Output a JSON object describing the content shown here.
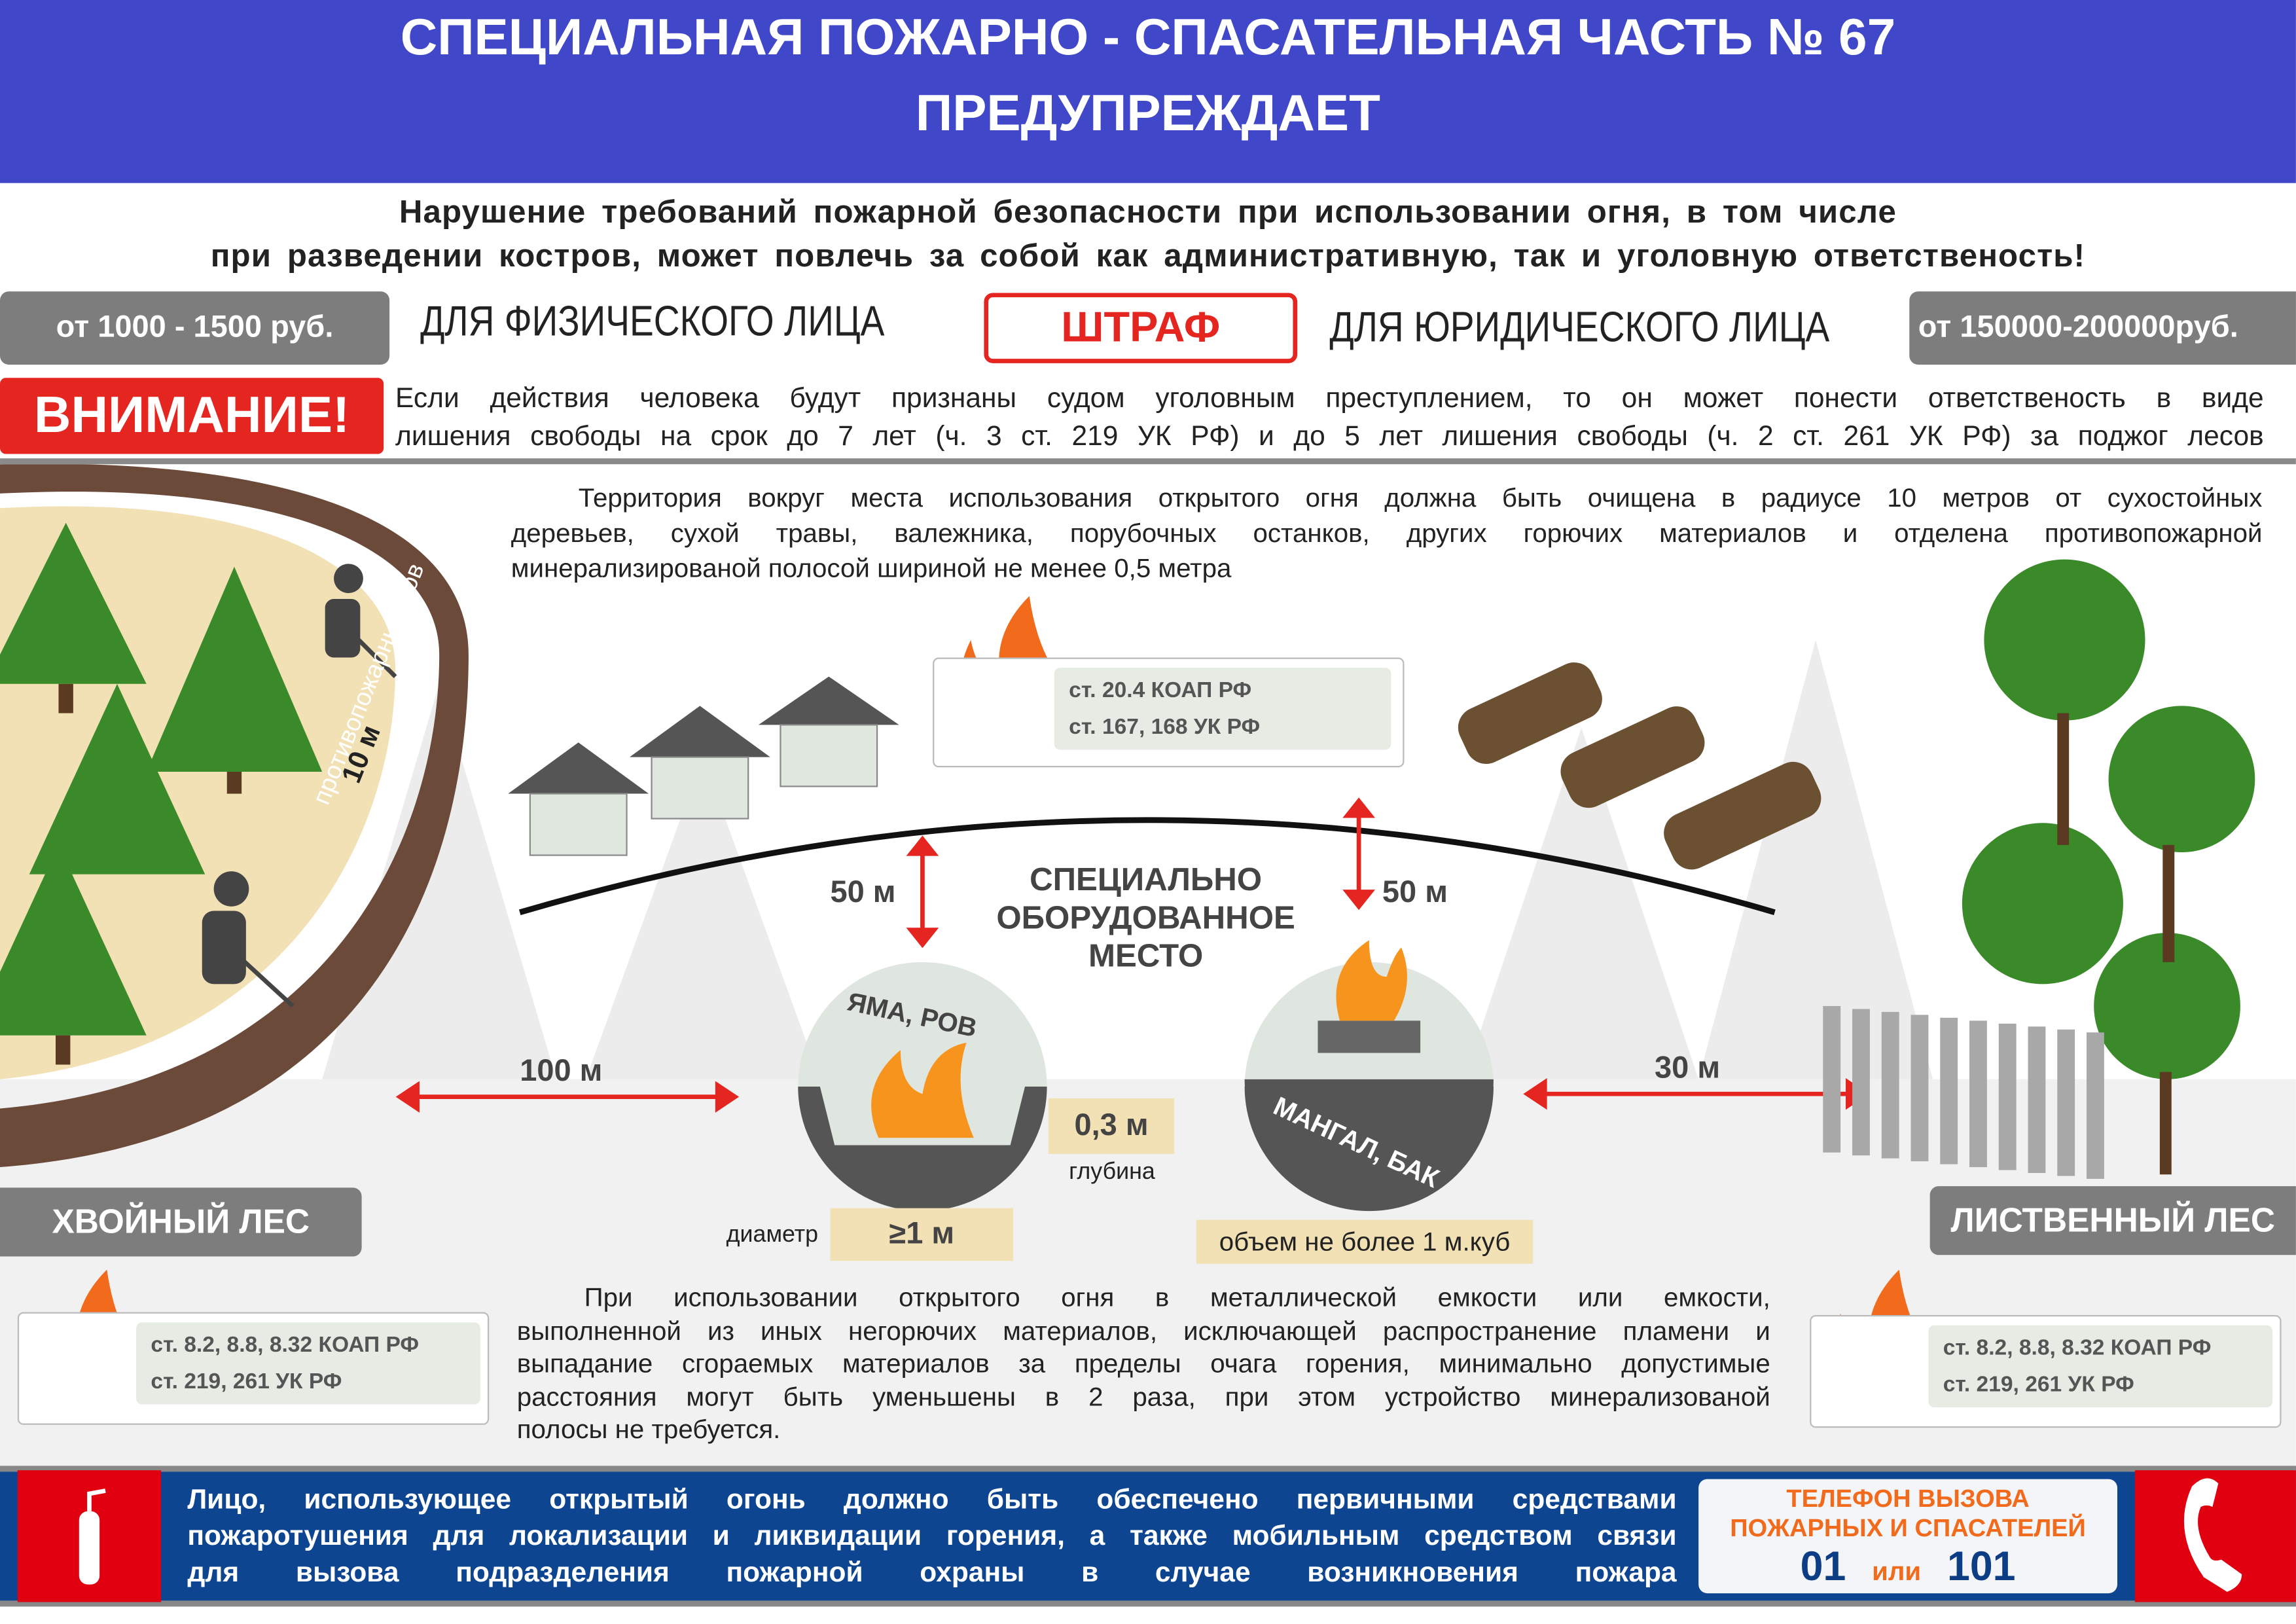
{
  "header": {
    "line1": "СПЕЦИАЛЬНАЯ ПОЖАРНО - СПАСАТЕЛЬНАЯ ЧАСТЬ № 67",
    "line2": "ПРЕДУПРЕЖДАЕТ"
  },
  "subtitle": {
    "line1": "Нарушение требований пожарной безопасности при использовании огня, в том числе",
    "line2": "при разведении костров, может повлечь за собой как административную, так и уголовную ответственость!"
  },
  "fines": {
    "individual_amount": "от 1000 - 1500 руб.",
    "individual_label": "ДЛЯ ФИЗИЧЕСКОГО ЛИЦА",
    "fine_label": "ШТРАФ",
    "legal_label": "ДЛЯ ЮРИДИЧЕСКОГО ЛИЦА",
    "legal_amount": "от 150000-200000руб."
  },
  "attention": {
    "label": "ВНИМАНИЕ!",
    "line1": "Если действия человека будут признаны судом уголовным преступлением, то он может понести ответственость в виде",
    "line2": "лишения свободы на срок до 7 лет (ч. 3 ст. 219 УК РФ) и до 5 лет лишения свободы (ч. 2 ст. 261 УК РФ) за поджог лесов"
  },
  "territory_text": [
    "Территория вокруг места использования открытого огня должна быть очищена в радиусе 10 метров от сухостойных",
    "деревьев, сухой травы, валежника, порубочных останков, других горючих материалов и отделена противопожарной",
    "минерализированой полосой шириной не менее 0,5 метра"
  ],
  "ditch": {
    "label": "противопожарный ров",
    "width": "10 м"
  },
  "law_center": {
    "line1": "ст.  20.4  КОАП  РФ",
    "line2": "ст.  167,  168  УК  РФ"
  },
  "center": {
    "title": [
      "СПЕЦИАЛЬНО",
      "ОБОРУДОВАННОЕ",
      "МЕСТО"
    ],
    "dist_left": "50 м",
    "dist_right": "50 м"
  },
  "pit": {
    "label": "ЯМА, РОВ",
    "depth": "0,3 м",
    "depth_label": "глубина",
    "diameter_label": "диаметр",
    "diameter": "≥1 м"
  },
  "grill": {
    "label": "МАНГАЛ, БАК",
    "volume": "объем не более 1 м.куб"
  },
  "dist_forest_left": "100 м",
  "dist_forest_right": "30 м",
  "coniferous": "ХВОЙНЫЙ ЛЕС",
  "deciduous": "ЛИСТВЕННЫЙ ЛЕС",
  "law_left": {
    "line1": "ст. 8.2, 8.8, 8.32 КОАП РФ",
    "line2": "ст. 219, 261 УК РФ"
  },
  "law_right": {
    "line1": "ст. 8.2, 8.8, 8.32 КОАП РФ",
    "line2": "ст. 219, 261 УК РФ"
  },
  "container_text": [
    "При использовании открытого огня в металлической емкости или емкости,",
    "выполненной из иных негорючих материалов, исключающей распространение пламени и",
    "выпадание сгораемых материалов за пределы очага горения, минимально допустимые",
    "расстояния могут быть уменьшены в 2 раза, при этом устройство минерализованой",
    "полосы не требуется."
  ],
  "footer": {
    "line1": "Лицо, использующее открытый огонь должно быть обеспечено первичными средствами",
    "line2": "пожаротушения для локализации и ликвидации горения, а также мобильным средством связи",
    "line3": "для вызова подразделения пожарной охраны в случае возникновения пожара",
    "phone_title1": "ТЕЛЕФОН ВЫЗОВА",
    "phone_title2": "ПОЖАРНЫХ И СПАСАТЕЛЕЙ",
    "phone1": "01",
    "phone_or": "или",
    "phone2": "101"
  },
  "colors": {
    "header": "#4147c9",
    "red": "#e42520",
    "footer": "#0d4591",
    "gray": "#7d7d7d",
    "orange": "#f26b1d"
  }
}
